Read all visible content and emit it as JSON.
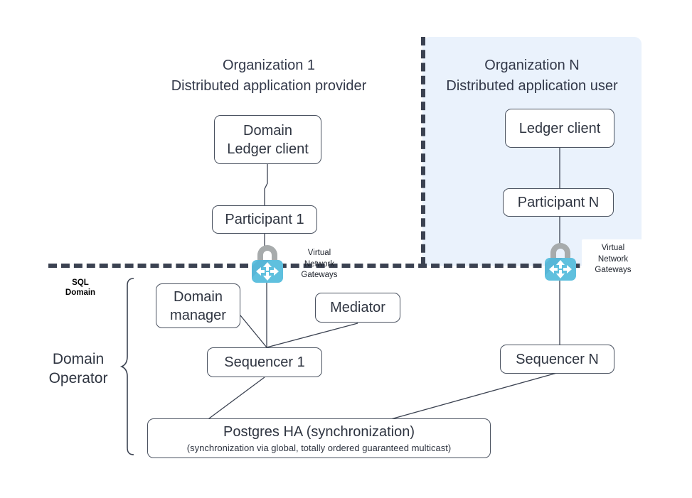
{
  "diagram": {
    "title_left": "Organization 1",
    "subtitle_left": "Distributed application provider",
    "title_right": "Organization N",
    "subtitle_right": "Distributed application user",
    "accent_panel_color": "#eaf2fc",
    "lock_body_color": "#5fc0de",
    "lock_shackle_color": "#a7abac",
    "line_color": "#3b4251",
    "box_border_color": "#4a5260"
  },
  "nodes": {
    "domain_ledger_client": "Domain\nLedger client",
    "domain_ledger_client_line1": "Domain",
    "domain_ledger_client_line2": "Ledger client",
    "ledger_client": "Ledger client",
    "participant_1": "Participant 1",
    "participant_n": "Participant N",
    "domain_manager_line1": "Domain",
    "domain_manager_line2": "manager",
    "mediator": "Mediator",
    "sequencer_1": "Sequencer 1",
    "sequencer_n": "Sequencer N",
    "postgres_title": "Postgres HA (synchronization)",
    "postgres_sub": "(synchronization via global, totally ordered guaranteed multicast)"
  },
  "labels": {
    "vng_left": "Virtual\nNetwork\nGateways",
    "vng_left_l1": "Virtual",
    "vng_left_l2": "Network",
    "vng_left_l3": "Gateways",
    "vng_right_l1": "Virtual",
    "vng_right_l2": "Network",
    "vng_right_l3": "Gateways",
    "sql_domain_l1": "SQL",
    "sql_domain_l2": "Domain",
    "domain_operator_l1": "Domain",
    "domain_operator_l2": "Operator"
  },
  "icons": {
    "gateway_left": "lock-network-icon",
    "gateway_right": "lock-network-icon",
    "brace": "curly-brace"
  }
}
